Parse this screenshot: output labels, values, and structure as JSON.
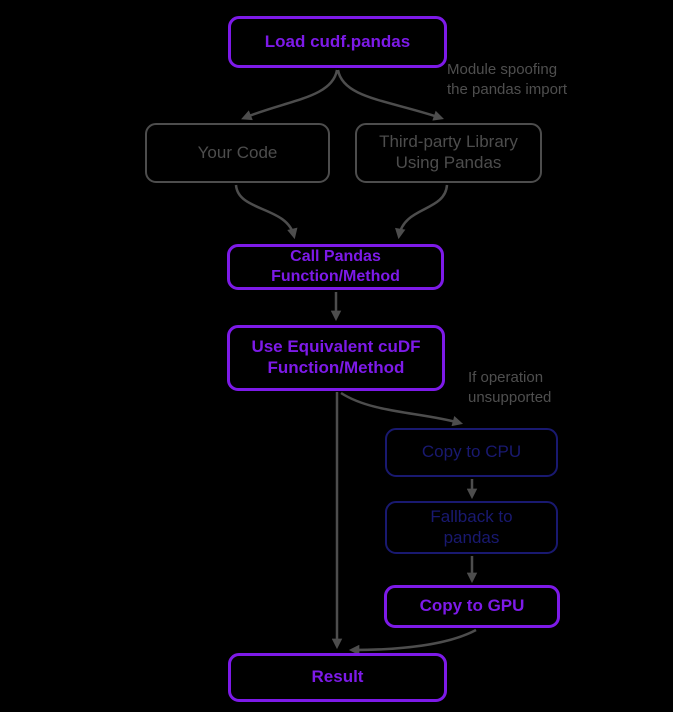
{
  "colors": {
    "purple_accent": "#7d1ae8",
    "navy_accent": "#191970",
    "gray_neutral": "#4d4d4d",
    "background": "#000000"
  },
  "nodes": {
    "load": {
      "label": "Load cudf.pandas"
    },
    "your_code": {
      "label": "Your Code"
    },
    "third_party": {
      "label": "Third-party Library\nUsing Pandas"
    },
    "call_pandas": {
      "label": "Call Pandas\nFunction/Method"
    },
    "use_equivalent": {
      "label": "Use Equivalent cuDF\nFunction/Method"
    },
    "copy_cpu": {
      "label": "Copy to CPU"
    },
    "fallback": {
      "label": "Fallback to\npandas"
    },
    "copy_gpu": {
      "label": "Copy to GPU"
    },
    "result": {
      "label": "Result"
    }
  },
  "annotations": {
    "module_spoofing": "Module spoofing\nthe pandas import",
    "if_unsupported": "If operation\nunsupported"
  }
}
